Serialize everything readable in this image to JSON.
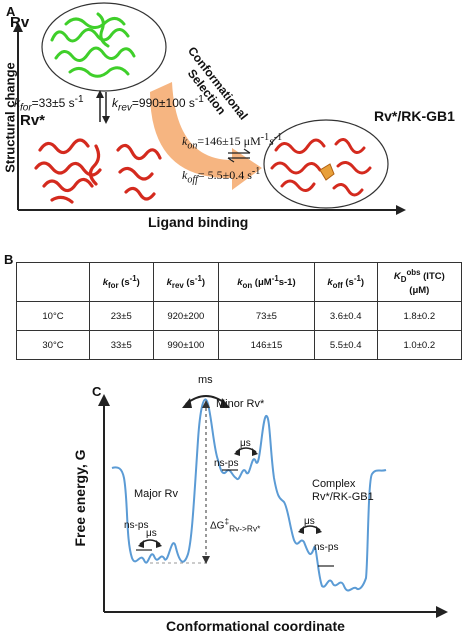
{
  "panelA": {
    "label": "A",
    "yaxis": "Structural change",
    "xaxis": "Ligand binding",
    "state_rv": "Rv",
    "state_rvstar": "Rv*",
    "state_complex": "Rv*/RK-GB1",
    "kfor_label": "k",
    "kfor_sub": "for",
    "kfor_value": "=33±5 s",
    "krev_label": "k",
    "krev_sub": "rev",
    "krev_value": "=990±100 s",
    "inv_exp": "-1",
    "kon_label": "k",
    "kon_sub": "on",
    "kon_value": "=146±15 μM",
    "kon_exp": "-1",
    "kon_tail": "s",
    "kon_tail_exp": "-1",
    "koff_label": "k",
    "koff_sub": "off",
    "koff_value": "= 5.5±0.4 s",
    "koff_exp": "-1",
    "selection_line1": "Conformational",
    "selection_line2": "Selection"
  },
  "panelB": {
    "label": "B",
    "headers": [
      {
        "main": "k",
        "sub": "for",
        "unit": " (s",
        "unit_exp": "-1",
        "close": ")"
      },
      {
        "main": "k",
        "sub": "rev",
        "unit": " (s",
        "unit_exp": "-1",
        "close": ")"
      },
      {
        "main": "k",
        "sub": "on",
        "unit": " (μM",
        "unit_exp": "-1",
        "close": "s-1)"
      },
      {
        "main": "k",
        "sub": "off",
        "unit": " (s",
        "unit_exp": "-1",
        "close": ")"
      },
      {
        "main": "K",
        "sub": "D",
        "sup": "obs",
        "unit": " (ITC)",
        "line2": "(μM)"
      }
    ],
    "rows": [
      {
        "temp": "10°C",
        "kfor": "23±5",
        "krev": "920±200",
        "kon": "73±5",
        "koff": "3.6±0.4",
        "kd": "1.8±0.2"
      },
      {
        "temp": "30°C",
        "kfor": "33±5",
        "krev": "990±100",
        "kon": "146±15",
        "koff": "5.5±0.4",
        "kd": "1.0±0.2"
      }
    ]
  },
  "panelC": {
    "label": "C",
    "yaxis": "Free energy, G",
    "xaxis": "Conformational coordinate",
    "ms": "ms",
    "minor": "Minor Rv*",
    "major": "Major Rv",
    "complex_line1": "Complex",
    "complex_line2": "Rv*/RK-GB1",
    "ns_ps": "ns-ps",
    "us": "μs",
    "dg_main": "ΔG",
    "dg_dagger": "‡",
    "dg_sub": "Rv->Rv*"
  },
  "colors": {
    "protein_green": "#3fcf2a",
    "protein_red": "#d42a1e",
    "arrow_orange": "#f5a86b",
    "curve_blue": "#5b9bd5"
  }
}
